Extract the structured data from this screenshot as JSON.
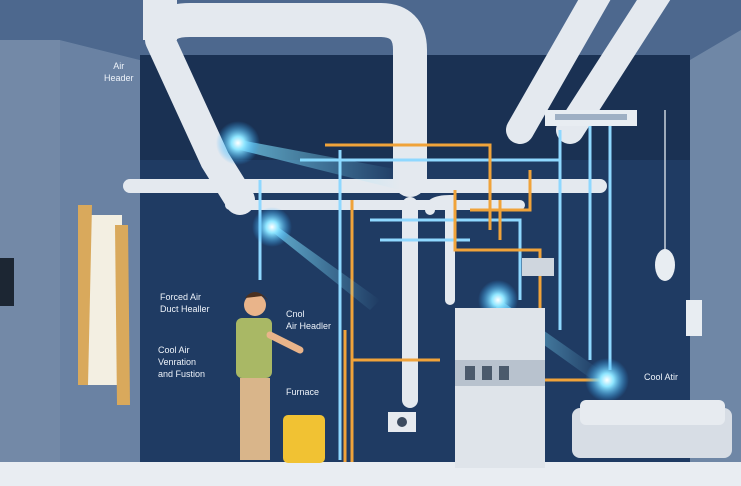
{
  "labels": {
    "air_header": "Air\nHeader",
    "forced_air": "Forced Air\nDuct Healler",
    "cool_air_ventilation": "Cool Air\nVenration\nand Fustion",
    "cool_air_header": "Cnol\nAir Headler",
    "furnace": "Furnace",
    "cool_air": "Cool Atir"
  },
  "colors": {
    "back_wall": "#1f3b63",
    "side_wall": "#6a82a3",
    "duct": "#e8edf2",
    "cool_pipe": "#7fd6ff",
    "warm_pipe": "#f0a33a"
  }
}
